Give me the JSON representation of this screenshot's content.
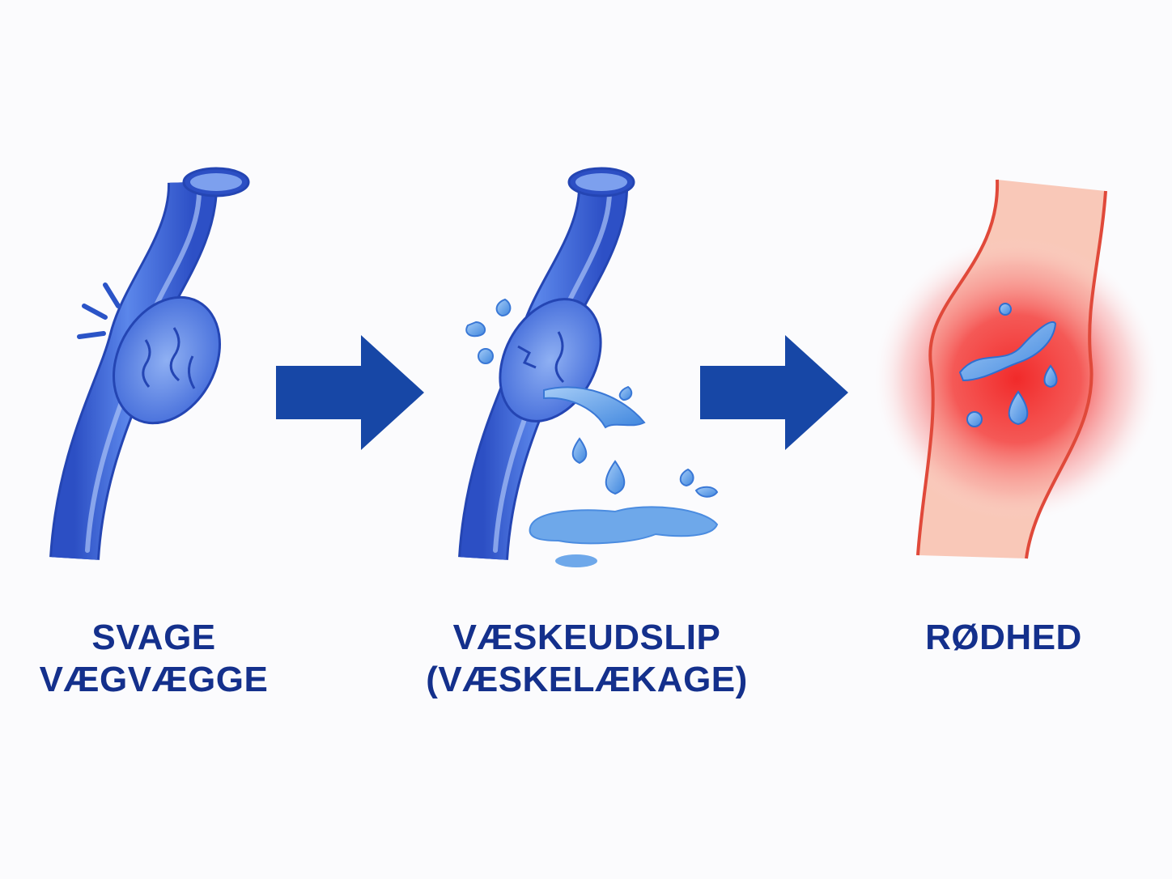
{
  "steps": [
    {
      "id": "weak-walls",
      "lines": [
        "SVAGE",
        "VÆGVÆGGE"
      ]
    },
    {
      "id": "fluid-leak",
      "lines": [
        "VÆSKEUDSLIP",
        "(VÆSKELÆKAGE)"
      ]
    },
    {
      "id": "redness",
      "lines": [
        "RØDHED"
      ]
    }
  ],
  "colors": {
    "vessel": "#3a66d8",
    "vessel_dark": "#2445b3",
    "arrow": "#1747a6",
    "fluid": "#5b9de8",
    "red_glow": "#f03a3a",
    "tissue": "#f9c0b0",
    "text": "#14308c"
  },
  "icons": [
    "impact-lines-icon",
    "droplet-icon",
    "puddle-icon",
    "arrow-right-icon"
  ]
}
